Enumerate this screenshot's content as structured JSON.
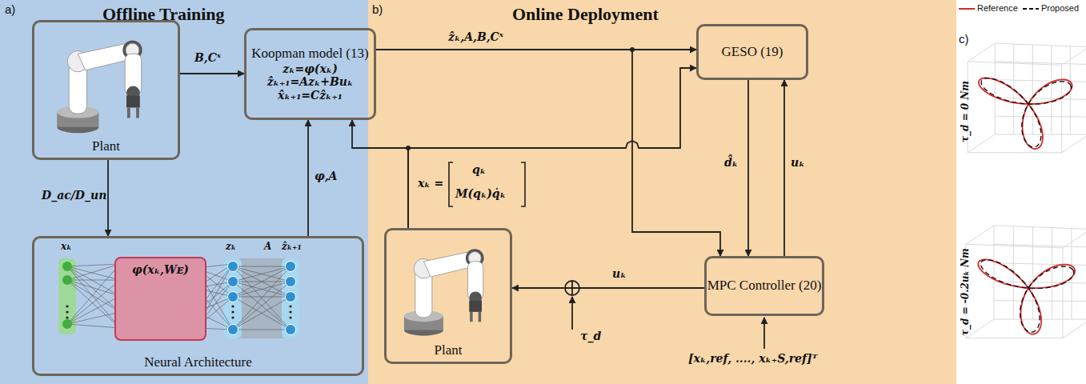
{
  "diagram": {
    "nodes": [
      {
        "text": [
          "a)",
          "Offline Training"
        ]
      },
      {
        "text": [
          "Plant"
        ],
        "in": 0
      },
      {
        "text": [
          "Neural Architecture"
        ],
        "in": 0
      },
      {
        "text": [
          "φ(xₖ,Wᴇ)"
        ],
        "in": 2
      },
      {
        "text": [
          "Koopman model (13)",
          "zₖ=φ(xₖ)",
          "ẑₖ₊₁=Azₖ+Buₖ",
          "x̂ₖ₊₁=Cẑₖ₊₁"
        ]
      },
      {
        "text": [
          "b)",
          "Online Deployment"
        ]
      },
      {
        "text": [
          "GESO (19)"
        ],
        "in": 5
      },
      {
        "text": [
          "Plant"
        ],
        "in": 5
      },
      {
        "text": [
          "MPC Controller (20)"
        ],
        "in": 5
      }
    ],
    "edges": [
      {
        "from": 1,
        "to": 4,
        "arrow": "to",
        "label": "B,Cˣ"
      },
      {
        "from": 1,
        "to": 2,
        "arrow": "to",
        "label": "D_ac/D_un"
      },
      {
        "from": 2,
        "to": 4,
        "arrow": "to",
        "label": "φ,A"
      },
      {
        "from": 4,
        "to": 6,
        "arrow": "to",
        "label": "ẑₖ,A,B,Cˣ"
      },
      {
        "from": 4,
        "to": 8,
        "arrow": "to"
      },
      {
        "from": 7,
        "to": 4,
        "arrow": "to",
        "label": "xₖ ="
      },
      {
        "from": 7,
        "to": 6,
        "arrow": "to"
      },
      {
        "from": 6,
        "to": 8,
        "arrow": "to",
        "label": "d̂ₖ"
      },
      {
        "from": 8,
        "to": 6,
        "arrow": "to",
        "label": "uₖ"
      },
      {
        "from": 8,
        "to": 7,
        "arrow": "to",
        "label": "uₖ"
      }
    ],
    "labels": [
      "xₖ",
      "zₖ",
      "A",
      "ẑₖ₊₁",
      "qₖ",
      "M(qₖ)q̇ₖ",
      "τ_d",
      "[xₖ,ref, ...., xₖ₊S,ref]ᵀ",
      "c)",
      "τ_d = 0 Nm",
      "τ_d = -0.2uₖ Nm"
    ],
    "legend": [
      {
        "text": "Reference"
      },
      {
        "text": "Proposed"
      }
    ]
  }
}
